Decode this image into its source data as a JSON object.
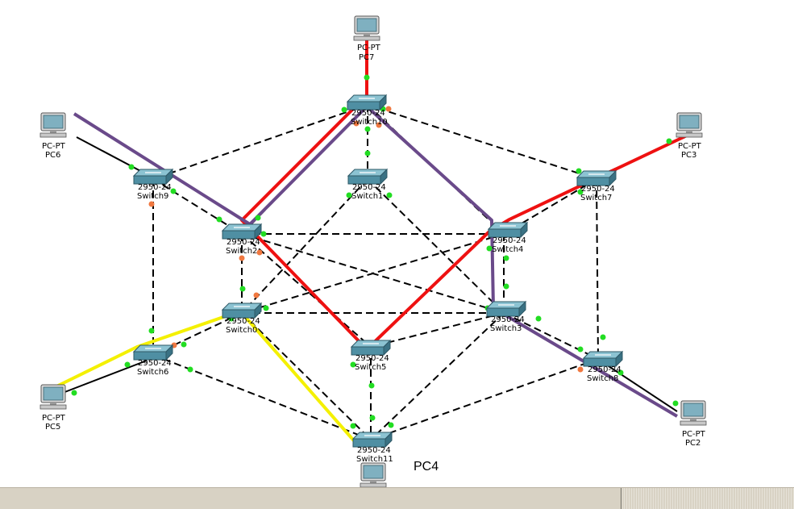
{
  "colors": {
    "cable": "#000000",
    "link_up": "#22dd22",
    "link_blocked": "#f07840",
    "path_red": "#ee1111",
    "path_purple": "#6a4a8a",
    "path_yellow": "#f4f000",
    "switch_body": "#4f8fa3",
    "pc_screen": "#7fb0c0"
  },
  "switches": [
    {
      "id": "Switch10",
      "model": "2950-24",
      "name": "Switch10"
    },
    {
      "id": "Switch1",
      "model": "2950-24",
      "name": "Switch1"
    },
    {
      "id": "Switch9",
      "model": "2950-24",
      "name": "Switch9"
    },
    {
      "id": "Switch7",
      "model": "2950-24",
      "name": "Switch7"
    },
    {
      "id": "Switch2",
      "model": "2950-24",
      "name": "Switch2"
    },
    {
      "id": "Switch4",
      "model": "2950-24",
      "name": "Switch4"
    },
    {
      "id": "Switch0",
      "model": "2950-24",
      "name": "Switch0"
    },
    {
      "id": "Switch3",
      "model": "2950-24",
      "name": "Switch3"
    },
    {
      "id": "Switch6",
      "model": "2950-24",
      "name": "Switch6"
    },
    {
      "id": "Switch8",
      "model": "2950-24",
      "name": "Switch8"
    },
    {
      "id": "Switch5",
      "model": "2950-24",
      "name": "Switch5"
    },
    {
      "id": "Switch11",
      "model": "2950-24",
      "name": "Switch11"
    }
  ],
  "pcs": [
    {
      "id": "PC7",
      "model": "PC-PT",
      "name": "PC7"
    },
    {
      "id": "PC6",
      "model": "PC-PT",
      "name": "PC6"
    },
    {
      "id": "PC3",
      "model": "PC-PT",
      "name": "PC3"
    },
    {
      "id": "PC5",
      "model": "PC-PT",
      "name": "PC5"
    },
    {
      "id": "PC2",
      "model": "PC-PT",
      "name": "PC2"
    },
    {
      "id": "PC4",
      "model": "PC-PT",
      "name": "PC4"
    }
  ],
  "annotation": {
    "text": "PC4"
  },
  "icons": {
    "switch": "switch-icon",
    "pc": "pc-icon"
  }
}
